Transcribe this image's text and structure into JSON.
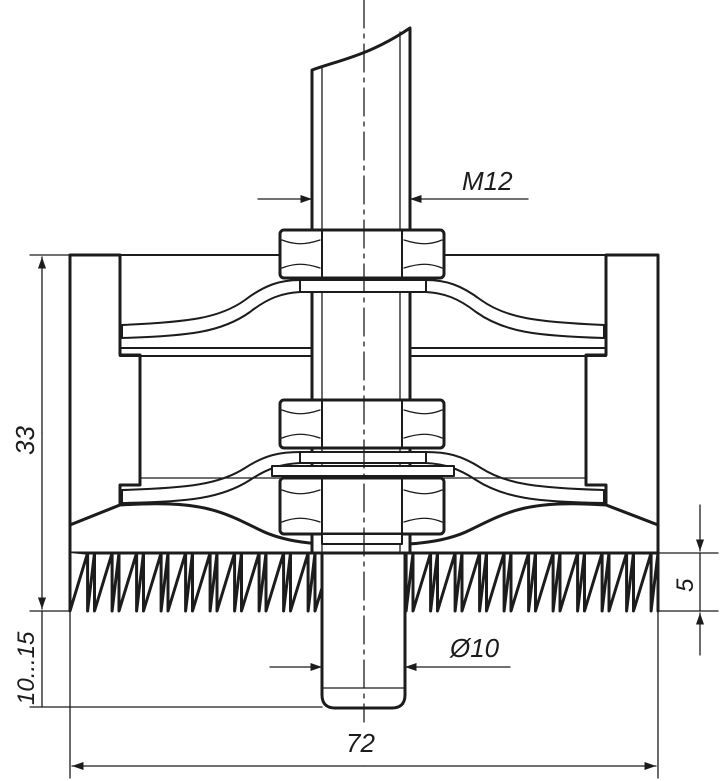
{
  "dimensions": {
    "thread": "M12",
    "height": "33",
    "tooth_depth": "5",
    "shank_length": "10...15",
    "shank_diameter": "Ø10",
    "outer_diameter": "72"
  }
}
